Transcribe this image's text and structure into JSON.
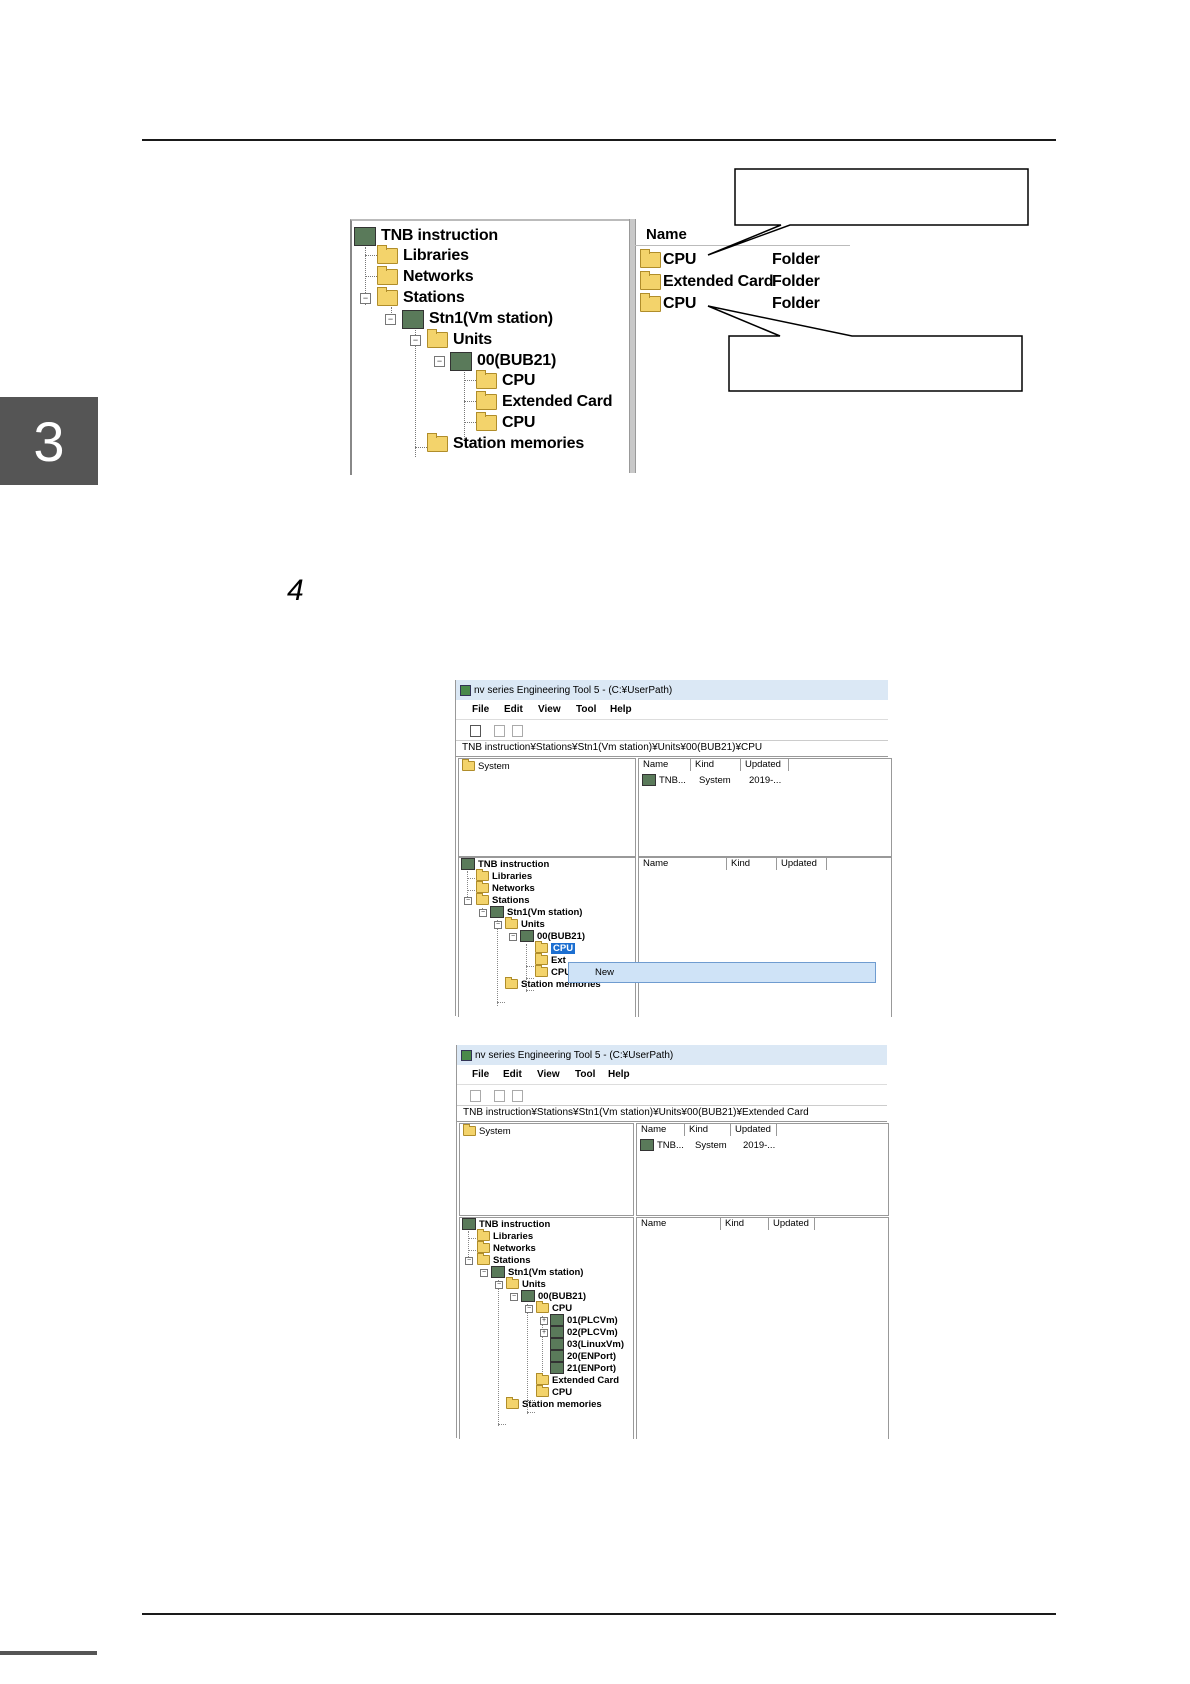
{
  "chapter": {
    "number": "3"
  },
  "step": {
    "number": "4"
  },
  "figure1": {
    "tree": {
      "root": "TNB instruction",
      "libraries": "Libraries",
      "networks": "Networks",
      "stations": "Stations",
      "station": "Stn1(Vm station)",
      "units": "Units",
      "unit": "00(BUB21)",
      "cpu1": "CPU",
      "extended": "Extended Card",
      "cpu2": "CPU",
      "memories": "Station memories"
    },
    "list": {
      "col_name": "Name",
      "rows": [
        {
          "name": "CPU",
          "kind": "Folder"
        },
        {
          "name": "Extended Card",
          "kind": "Folder"
        },
        {
          "name": "CPU",
          "kind": "Folder"
        }
      ]
    }
  },
  "screenshot1": {
    "title": "nv series Engineering Tool 5 - (C:¥UserPath)",
    "menu": [
      "File",
      "Edit",
      "View",
      "Tool",
      "Help"
    ],
    "path": "TNB instruction¥Stations¥Stn1(Vm station)¥Units¥00(BUB21)¥CPU",
    "system_label": "System",
    "top_list": {
      "headers": [
        "Name",
        "Kind",
        "Updated"
      ],
      "row": {
        "name": "TNB...",
        "kind": "System",
        "updated": "2019-..."
      }
    },
    "bottom_headers": [
      "Name",
      "Kind",
      "Updated"
    ],
    "tree": {
      "root": "TNB instruction",
      "libraries": "Libraries",
      "networks": "Networks",
      "stations": "Stations",
      "station": "Stn1(Vm station)",
      "units": "Units",
      "unit": "00(BUB21)",
      "cpu1": "CPU",
      "extended": "Ext",
      "cpu2": "CPU",
      "memories": "Station memories"
    },
    "context_menu": {
      "item": "New"
    }
  },
  "screenshot2": {
    "title": "nv series Engineering Tool 5 - (C:¥UserPath)",
    "menu": [
      "File",
      "Edit",
      "View",
      "Tool",
      "Help"
    ],
    "path": "TNB instruction¥Stations¥Stn1(Vm station)¥Units¥00(BUB21)¥Extended Card",
    "system_label": "System",
    "top_list": {
      "headers": [
        "Name",
        "Kind",
        "Updated"
      ],
      "row": {
        "name": "TNB...",
        "kind": "System",
        "updated": "2019-..."
      }
    },
    "bottom_headers": [
      "Name",
      "Kind",
      "Updated"
    ],
    "tree": {
      "root": "TNB instruction",
      "libraries": "Libraries",
      "networks": "Networks",
      "stations": "Stations",
      "station": "Stn1(Vm station)",
      "units": "Units",
      "unit": "00(BUB21)",
      "cpu": "CPU",
      "children": [
        "01(PLCVm)",
        "02(PLCVm)",
        "03(LinuxVm)",
        "20(ENPort)",
        "21(ENPort)"
      ],
      "extended": "Extended Card",
      "cpu2": "CPU",
      "memories": "Station memories"
    }
  }
}
